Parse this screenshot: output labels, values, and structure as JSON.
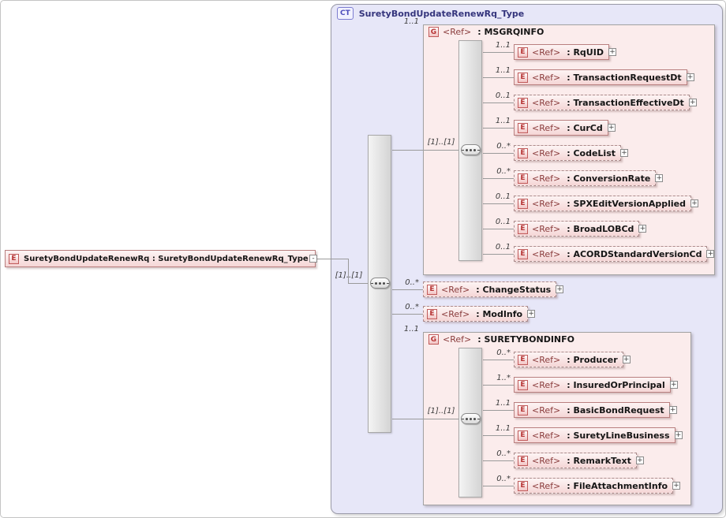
{
  "root_element": {
    "badge": "E",
    "label": "SuretyBondUpdateRenewRq : SuretyBondUpdateRenewRq_Type"
  },
  "complex_type": {
    "badge": "CT",
    "title": "SuretyBondUpdateRenewRq_Type",
    "root_cardinality": "[1]..[1]"
  },
  "msgrqinfo": {
    "badge": "G",
    "ref": "<Ref>",
    "name": ": MSGRQINFO",
    "cardinality": "1..1",
    "seq_cardinality": "[1]..[1]",
    "elements": [
      {
        "badge": "E",
        "ref": "<Ref>",
        "name": ": RqUID",
        "cardinality": "1..1"
      },
      {
        "badge": "E",
        "ref": "<Ref>",
        "name": ": TransactionRequestDt",
        "cardinality": "1..1"
      },
      {
        "badge": "E",
        "ref": "<Ref>",
        "name": ": TransactionEffectiveDt",
        "cardinality": "0..1"
      },
      {
        "badge": "E",
        "ref": "<Ref>",
        "name": ": CurCd",
        "cardinality": "1..1"
      },
      {
        "badge": "E",
        "ref": "<Ref>",
        "name": ": CodeList",
        "cardinality": "0..*"
      },
      {
        "badge": "E",
        "ref": "<Ref>",
        "name": ": ConversionRate",
        "cardinality": "0..*"
      },
      {
        "badge": "E",
        "ref": "<Ref>",
        "name": ": SPXEditVersionApplied",
        "cardinality": "0..1"
      },
      {
        "badge": "E",
        "ref": "<Ref>",
        "name": ": BroadLOBCd",
        "cardinality": "0..1"
      },
      {
        "badge": "E",
        "ref": "<Ref>",
        "name": ": ACORDStandardVersionCd",
        "cardinality": "0..1"
      }
    ]
  },
  "change_status": {
    "badge": "E",
    "ref": "<Ref>",
    "name": ": ChangeStatus",
    "cardinality": "0..*"
  },
  "mod_info": {
    "badge": "E",
    "ref": "<Ref>",
    "name": ": ModInfo",
    "cardinality": "0..*"
  },
  "suretybondinfo": {
    "badge": "G",
    "ref": "<Ref>",
    "name": ": SURETYBONDINFO",
    "cardinality": "1..1",
    "seq_cardinality": "[1]..[1]",
    "elements": [
      {
        "badge": "E",
        "ref": "<Ref>",
        "name": ": Producer",
        "cardinality": "0..*"
      },
      {
        "badge": "E",
        "ref": "<Ref>",
        "name": ": InsuredOrPrincipal",
        "cardinality": "1..*"
      },
      {
        "badge": "E",
        "ref": "<Ref>",
        "name": ": BasicBondRequest",
        "cardinality": "1..1"
      },
      {
        "badge": "E",
        "ref": "<Ref>",
        "name": ": SuretyLineBusiness",
        "cardinality": "1..1"
      },
      {
        "badge": "E",
        "ref": "<Ref>",
        "name": ": RemarkText",
        "cardinality": "0..*"
      },
      {
        "badge": "E",
        "ref": "<Ref>",
        "name": ": FileAttachmentInfo",
        "cardinality": "0..*"
      }
    ]
  },
  "icons": {
    "expand": "+",
    "handle": "-"
  },
  "colors": {
    "complex_type_fill": "#e7e7f8",
    "group_fill": "#fbecec",
    "element_fill": "#f5d6d6",
    "element_border": "#b97f7f",
    "badge_red": "#b73434",
    "ct_badge_purple": "#4d4dbb",
    "connector": "#9a9a9a"
  }
}
